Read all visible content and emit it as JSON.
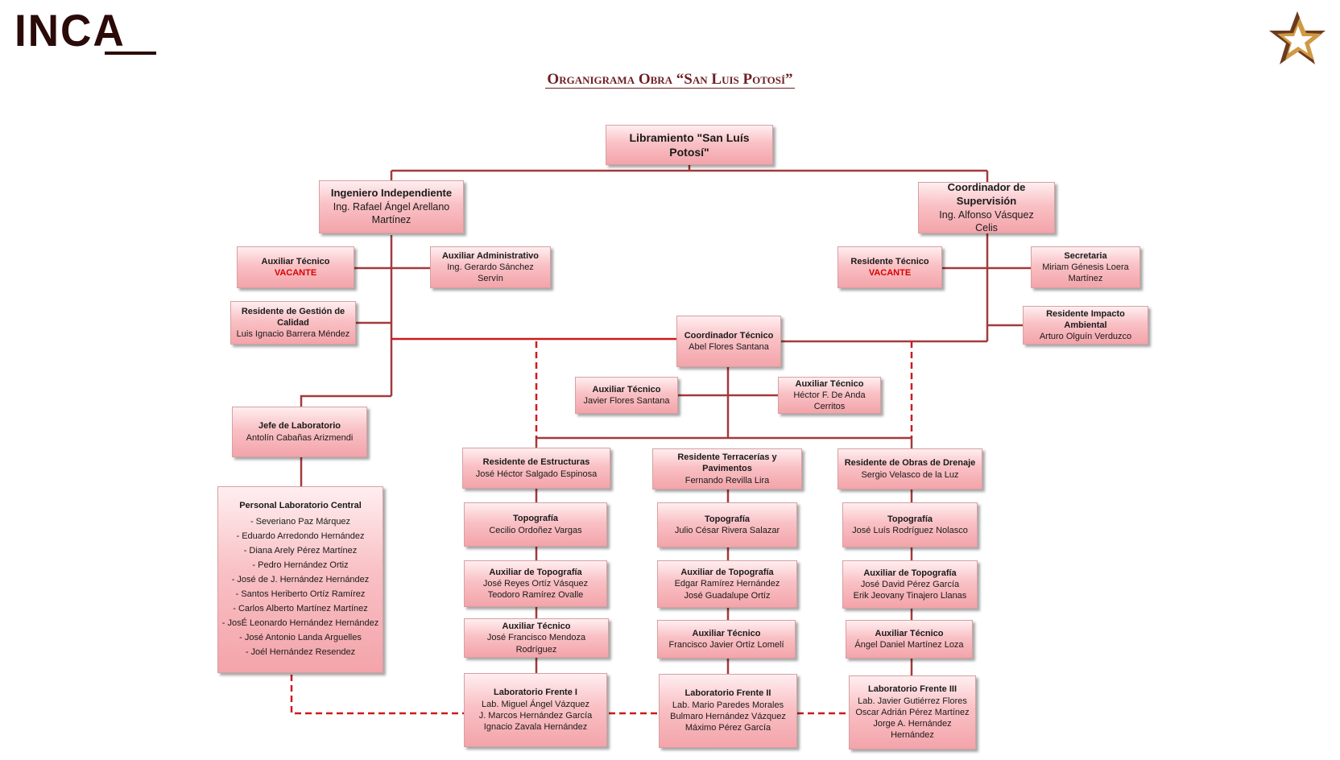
{
  "logo": {
    "text": "INCA",
    "emblem": "star-emblem-icon"
  },
  "title": "Organigrama Obra “San Luis Potosí”",
  "colors": {
    "solid_line": "#a33a3c",
    "bright_line": "#cc1a1f",
    "dashed_line": "#cc1a1f",
    "box_fill": "#f9c1c5",
    "vacante": "#d90000",
    "title": "#6d1f22"
  },
  "nodes": {
    "root": {
      "title": "Libramiento \"San Luís Potosí\"",
      "lines": []
    },
    "ing_indep": {
      "title": "Ingeniero Independiente",
      "lines": [
        "Ing. Rafael Ángel Arellano",
        "Martínez"
      ]
    },
    "coord_sup": {
      "title": "Coordinador de Supervisión",
      "lines": [
        "Ing. Alfonso  Vásquez",
        "Celis"
      ]
    },
    "aux_tec_left": {
      "title": "Auxiliar Técnico",
      "lines": [
        "VACANTE"
      ]
    },
    "aux_admin": {
      "title": "Auxiliar Administrativo",
      "lines": [
        "Ing. Gerardo Sánchez Servín"
      ]
    },
    "res_calidad": {
      "title": "Residente de Gestión de Calidad",
      "lines": [
        "Luis Ignacio Barrera Méndez"
      ]
    },
    "res_tec_right": {
      "title": "Residente Técnico",
      "lines": [
        "VACANTE"
      ]
    },
    "secretaria": {
      "title": "Secretaria",
      "lines": [
        "Miriam Génesis Loera",
        "Martínez"
      ]
    },
    "res_ambiental": {
      "title": "Residente Impacto Ambiental",
      "lines": [
        "Arturo Olguín Verduzco"
      ]
    },
    "coord_tec": {
      "title": "Coordinador  Técnico",
      "lines": [
        "Abel Flores Santana"
      ]
    },
    "aux_tec_c1": {
      "title": "Auxiliar Técnico",
      "lines": [
        "Javier Flores Santana"
      ]
    },
    "aux_tec_c2": {
      "title": "Auxiliar Técnico",
      "lines": [
        "Héctor F. De Anda",
        "Cerritos"
      ]
    },
    "jefe_lab": {
      "title": "Jefe de Laboratorio",
      "lines": [
        "Antolín Cabañas Arizmendi"
      ]
    },
    "personal_lab": {
      "title": "Personal  Laboratorio  Central",
      "lines": [
        "- Severiano Paz Márquez",
        "- Eduardo Arredondo Hernández",
        "- Diana Arely Pérez Martínez",
        "- Pedro Hernández Ortiz",
        "- José de J. Hernández Hernández",
        "- Santos Heriberto Ortíz Ramírez",
        "- Carlos Alberto Martínez Martínez",
        "- JosÉ Leonardo Hernández Hernández",
        "- José Antonio Landa Arguelles",
        "- Joél Hernández Resendez"
      ]
    },
    "res_estructuras": {
      "title": "Residente de Estructuras",
      "lines": [
        "José Héctor Salgado Espinosa"
      ]
    },
    "res_terracerias": {
      "title": "Residente Terracerías y Pavimentos",
      "lines": [
        "Fernando Revilla Lira"
      ]
    },
    "res_drenaje": {
      "title": "Residente de Obras de Drenaje",
      "lines": [
        "Sergio Velasco de la Luz"
      ]
    },
    "topo_1": {
      "title": "Topografía",
      "lines": [
        "Cecilio Ordoñez Vargas"
      ]
    },
    "topo_2": {
      "title": "Topografía",
      "lines": [
        "Julio César Rivera Salazar"
      ]
    },
    "topo_3": {
      "title": "Topografía",
      "lines": [
        "José Luís Rodríguez Nolasco"
      ]
    },
    "auxtopo_1": {
      "title": "Auxiliar de Topografía",
      "lines": [
        "José Reyes Ortíz Vásquez",
        "Teodoro Ramírez Ovalle"
      ]
    },
    "auxtopo_2": {
      "title": "Auxiliar de Topografía",
      "lines": [
        "Edgar Ramírez Hernández",
        "José Guadalupe Ortíz"
      ]
    },
    "auxtopo_3": {
      "title": "Auxiliar de Topografía",
      "lines": [
        "José David Pérez García",
        "Erik Jeovany Tinajero Llanas"
      ]
    },
    "auxtec_1": {
      "title": "Auxiliar Técnico",
      "lines": [
        "José Francisco Mendoza Rodríguez"
      ]
    },
    "auxtec_2": {
      "title": "Auxiliar Técnico",
      "lines": [
        "Francisco Javier Ortíz Lomelí"
      ]
    },
    "auxtec_3": {
      "title": "Auxiliar Técnico",
      "lines": [
        "Ángel Daniel Martínez Loza"
      ]
    },
    "lab_1": {
      "title": "Laboratorio  Frente I",
      "lines": [
        "Lab. Miguel Ángel Vázquez",
        "J. Marcos Hernández García",
        "Ignacio Zavala Hernández"
      ]
    },
    "lab_2": {
      "title": "Laboratorio  Frente II",
      "lines": [
        "Lab. Mario Paredes Morales",
        "Bulmaro Hernández Vázquez",
        "Máximo Pérez García"
      ]
    },
    "lab_3": {
      "title": "Laboratorio  Frente III",
      "lines": [
        "Lab. Javier Gutiérrez Flores",
        "Oscar Adrián Pérez Martínez",
        "Jorge A. Hernández Hernández"
      ]
    }
  }
}
